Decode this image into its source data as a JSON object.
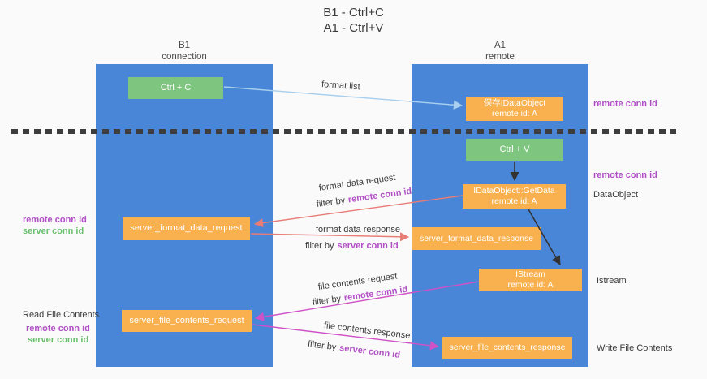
{
  "title": {
    "line1": "B1 - Ctrl+C",
    "line2": "A1 - Ctrl+V"
  },
  "lanes": {
    "left": {
      "name": "B1",
      "subtitle": "connection"
    },
    "right": {
      "name": "A1",
      "subtitle": "remote"
    }
  },
  "boxes": {
    "ctrl_c": {
      "label": "Ctrl + C"
    },
    "save_dataobject": {
      "line1": "保存IDataObject",
      "line2": "remote id: A"
    },
    "ctrl_v": {
      "label": "Ctrl + V"
    },
    "getdata": {
      "line1": "IDataObject::GetData",
      "line2": "remote id: A"
    },
    "format_request": {
      "label": "server_format_data_request"
    },
    "format_response": {
      "label": "server_format_data_response"
    },
    "istream": {
      "line1": "IStream",
      "line2": "remote id: A"
    },
    "file_request": {
      "label": "server_file_contents_request"
    },
    "file_response": {
      "label": "server_file_contents_response"
    }
  },
  "arrow_labels": {
    "format_list": "format list",
    "format_data_request": "format data request",
    "format_data_response": "format data response",
    "file_contents_request": "file contents request",
    "file_contents_response": "file contents response",
    "filter_by": "filter by",
    "remote_conn_id": "remote conn id",
    "server_conn_id": "server conn id"
  },
  "side_labels": {
    "remote_conn_id": "remote conn id",
    "server_conn_id": "server conn id",
    "dataobject": "DataObject",
    "istream": "Istream",
    "read_file_contents": "Read File Contents",
    "write_file_contents": "Write File Contents"
  },
  "colors": {
    "lane_blue": "#4a86d8",
    "box_green": "#7ec57f",
    "box_orange": "#f9b04e",
    "arrow_lightblue": "#a9cfee",
    "arrow_red": "#e87c76",
    "arrow_magenta": "#cf52c6",
    "arrow_black": "#333333",
    "text_purple": "#b14fc5",
    "text_green": "#6abf6e",
    "background": "#fafafa"
  }
}
